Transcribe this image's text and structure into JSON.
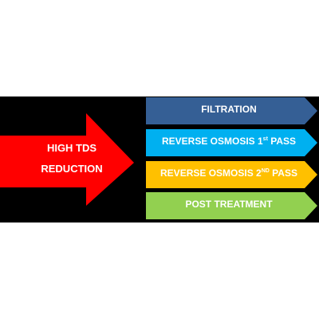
{
  "main": {
    "line1": "HIGH TDS",
    "line2": "REDUCTION",
    "color": "#ff0000"
  },
  "steps": [
    {
      "label": "FILTRATION",
      "color": "#355f95"
    },
    {
      "label": "REVERSE OSMOSIS 1",
      "sup": "st",
      "suffix": " PASS",
      "color": "#00b0f0"
    },
    {
      "label": "REVERSE OSMOSIS 2",
      "sup": "ND",
      "suffix": " PASS",
      "color": "#ffc000"
    },
    {
      "label": "POST TREATMENT",
      "color": "#92d050"
    }
  ]
}
